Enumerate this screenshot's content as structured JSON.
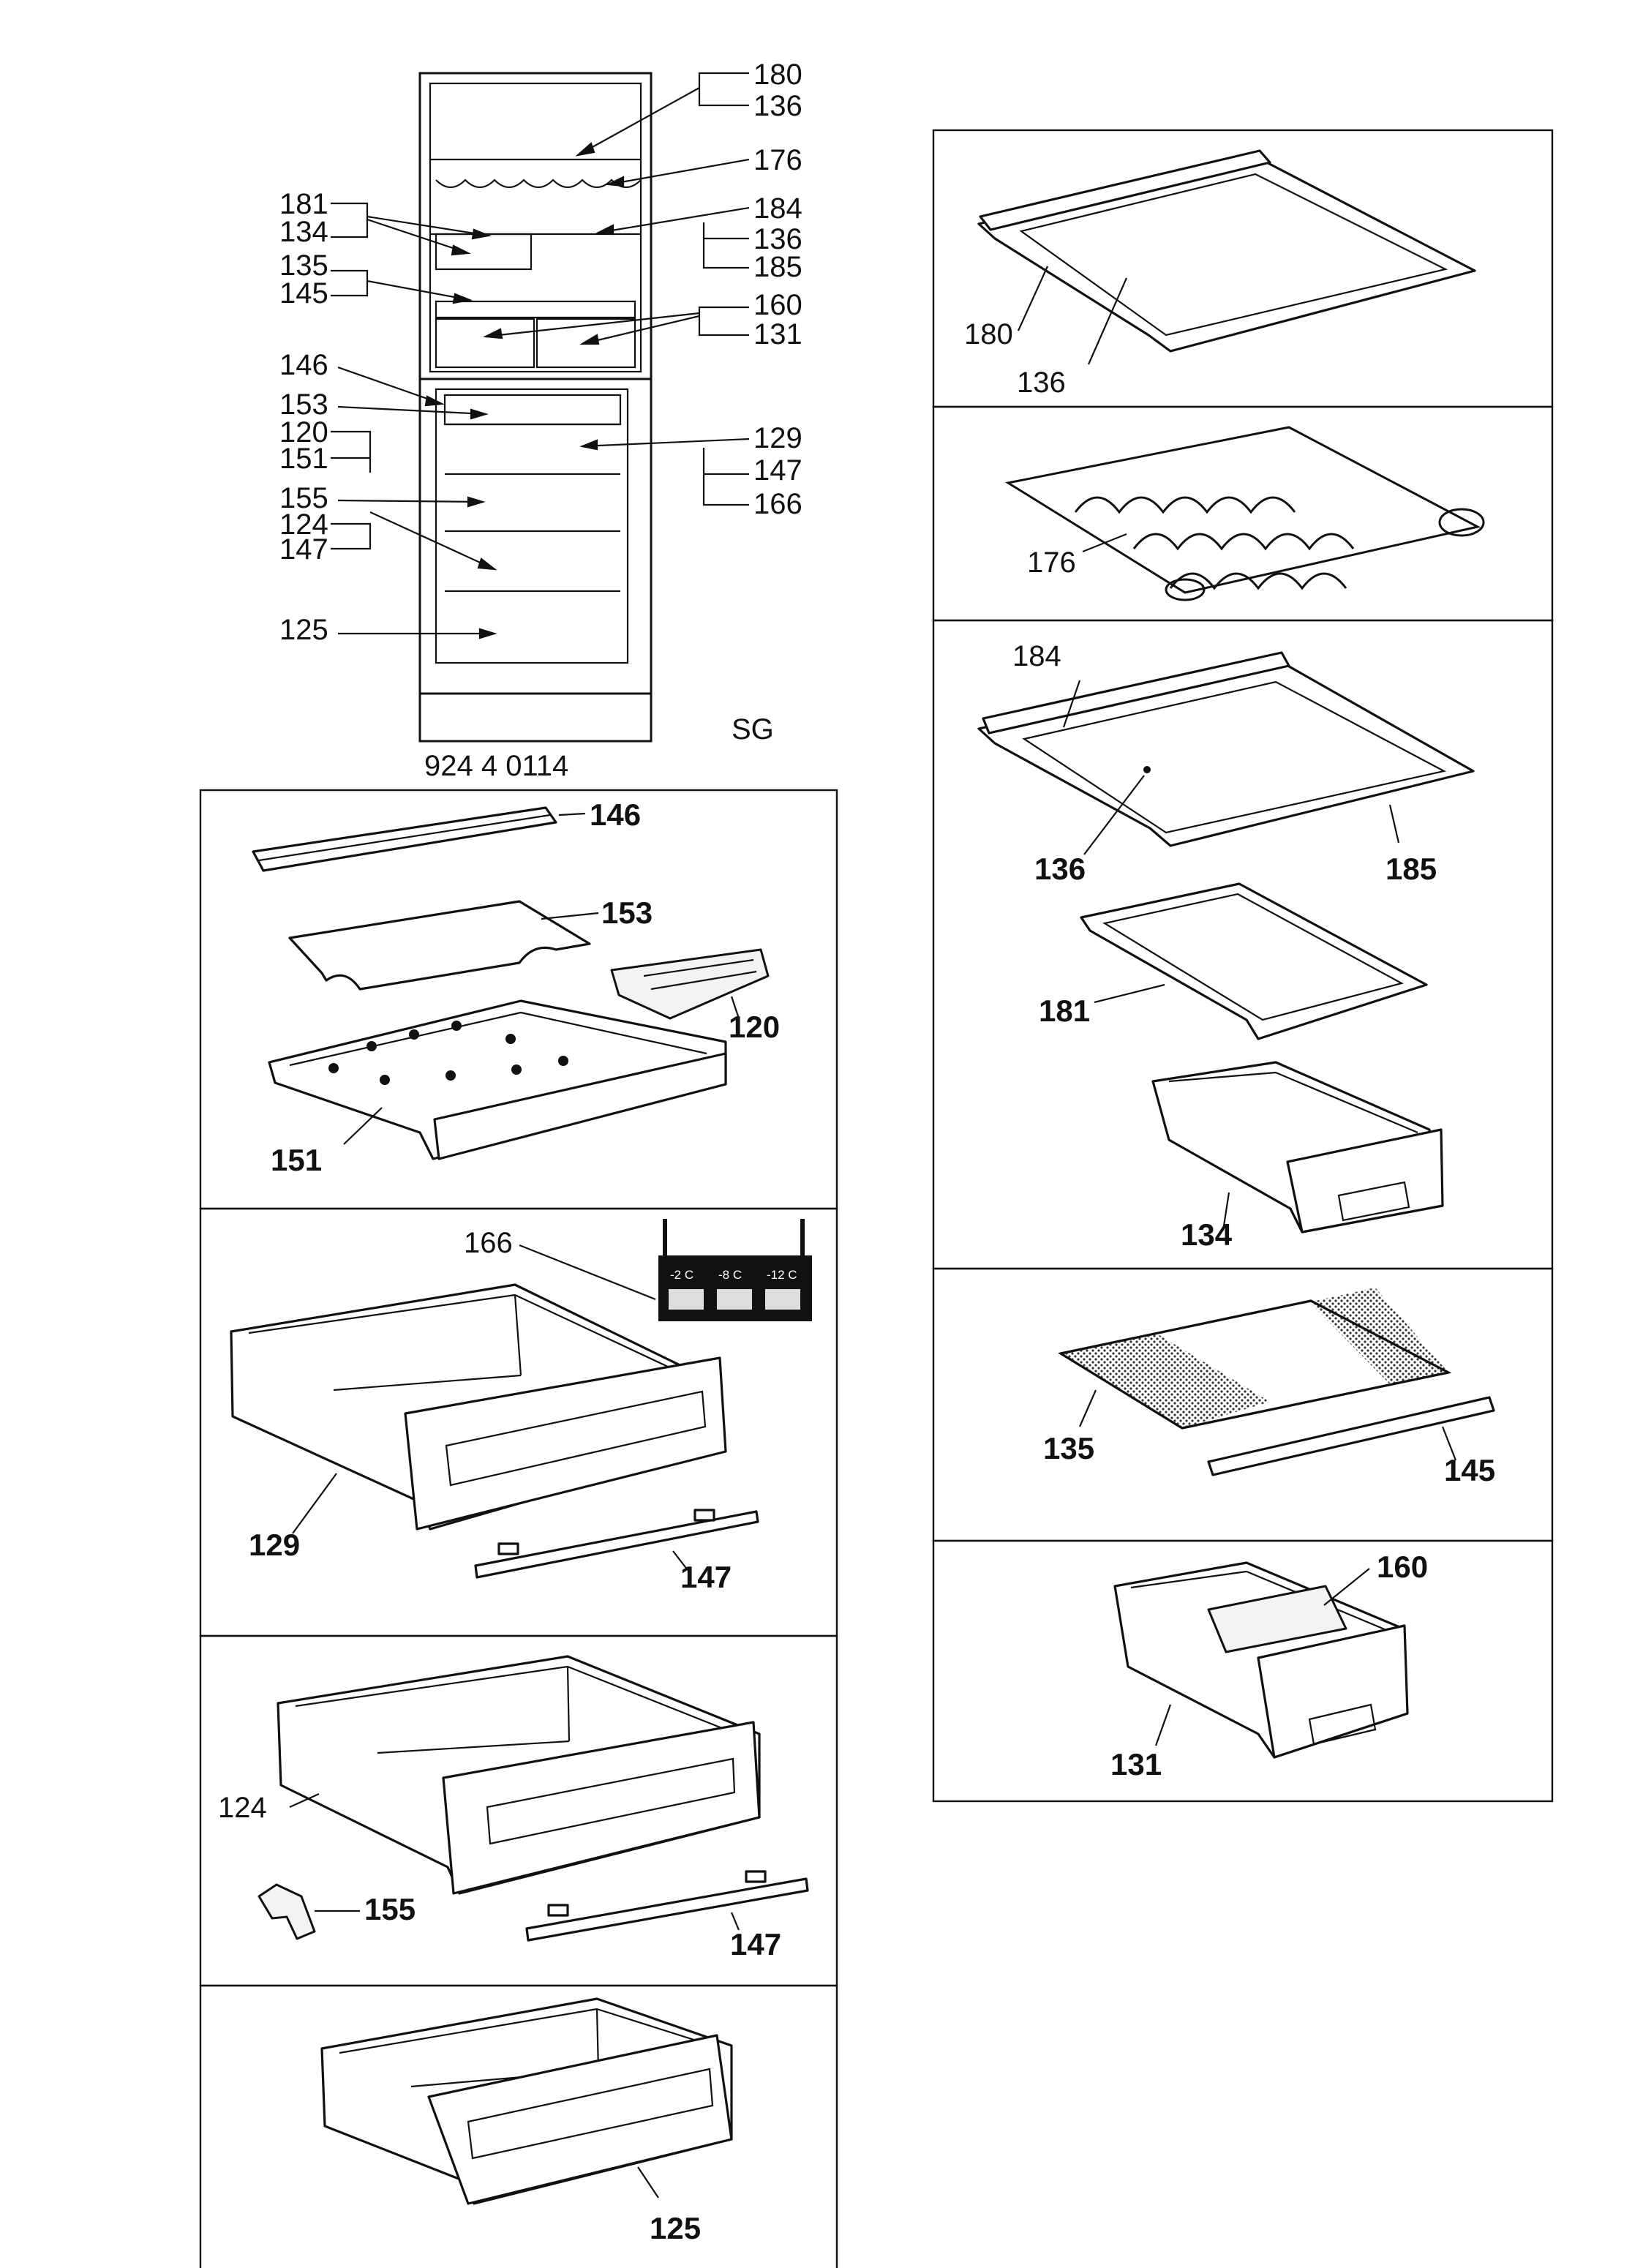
{
  "overview": {
    "model_number": "924 4 0114",
    "region_code": "SG",
    "labels": {
      "l180": "180",
      "l136a": "136",
      "l176": "176",
      "l181": "181",
      "l134": "134",
      "l184": "184",
      "l136b": "136",
      "l185": "185",
      "l135": "135",
      "l145": "145",
      "l160": "160",
      "l131": "131",
      "l146": "146",
      "l153": "153",
      "l120": "120",
      "l151": "151",
      "l129": "129",
      "l147a": "147",
      "l166": "166",
      "l155": "155",
      "l124": "124",
      "l147b": "147",
      "l125": "125"
    }
  },
  "panels": {
    "freezer_top": {
      "p146": "146",
      "p153": "153",
      "p120": "120",
      "p151": "151"
    },
    "drawer_129": {
      "p166": "166",
      "p129": "129",
      "p147": "147",
      "temps": [
        "-2 C",
        "-8 C",
        "-12 C"
      ]
    },
    "drawer_124": {
      "p124": "124",
      "p155": "155",
      "p147": "147"
    },
    "drawer_125": {
      "p125": "125"
    },
    "shelf_180": {
      "p180": "180",
      "p136": "136"
    },
    "rack_176": {
      "p176": "176"
    },
    "shelves_184": {
      "p184": "184",
      "p136": "136",
      "p185": "185",
      "p181": "181",
      "p134": "134"
    },
    "shelf_135": {
      "p135": "135",
      "p145": "145"
    },
    "box_131": {
      "p160": "160",
      "p131": "131"
    }
  }
}
